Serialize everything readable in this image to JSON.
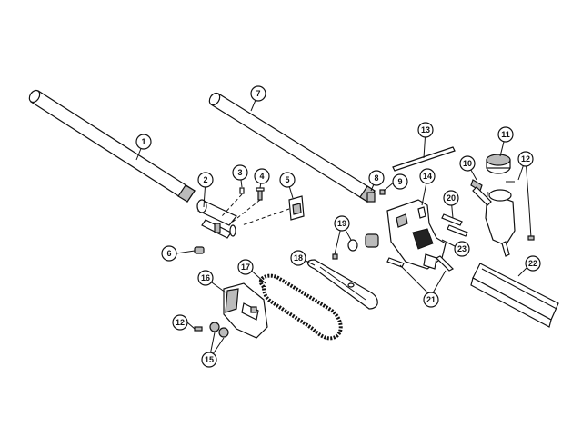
{
  "callouts": {
    "p1": "1",
    "p2": "2",
    "p3": "3",
    "p4": "4",
    "p5": "5",
    "p6": "6",
    "p7": "7",
    "p8": "8",
    "p9": "9",
    "p10": "10",
    "p11": "11",
    "p12a": "12",
    "p12b": "12",
    "p13": "13",
    "p14": "14",
    "p15": "15",
    "p16": "16",
    "p17": "17",
    "p18": "18",
    "p19": "19",
    "p20": "20",
    "p21": "21",
    "p22": "22",
    "p23": "23"
  }
}
